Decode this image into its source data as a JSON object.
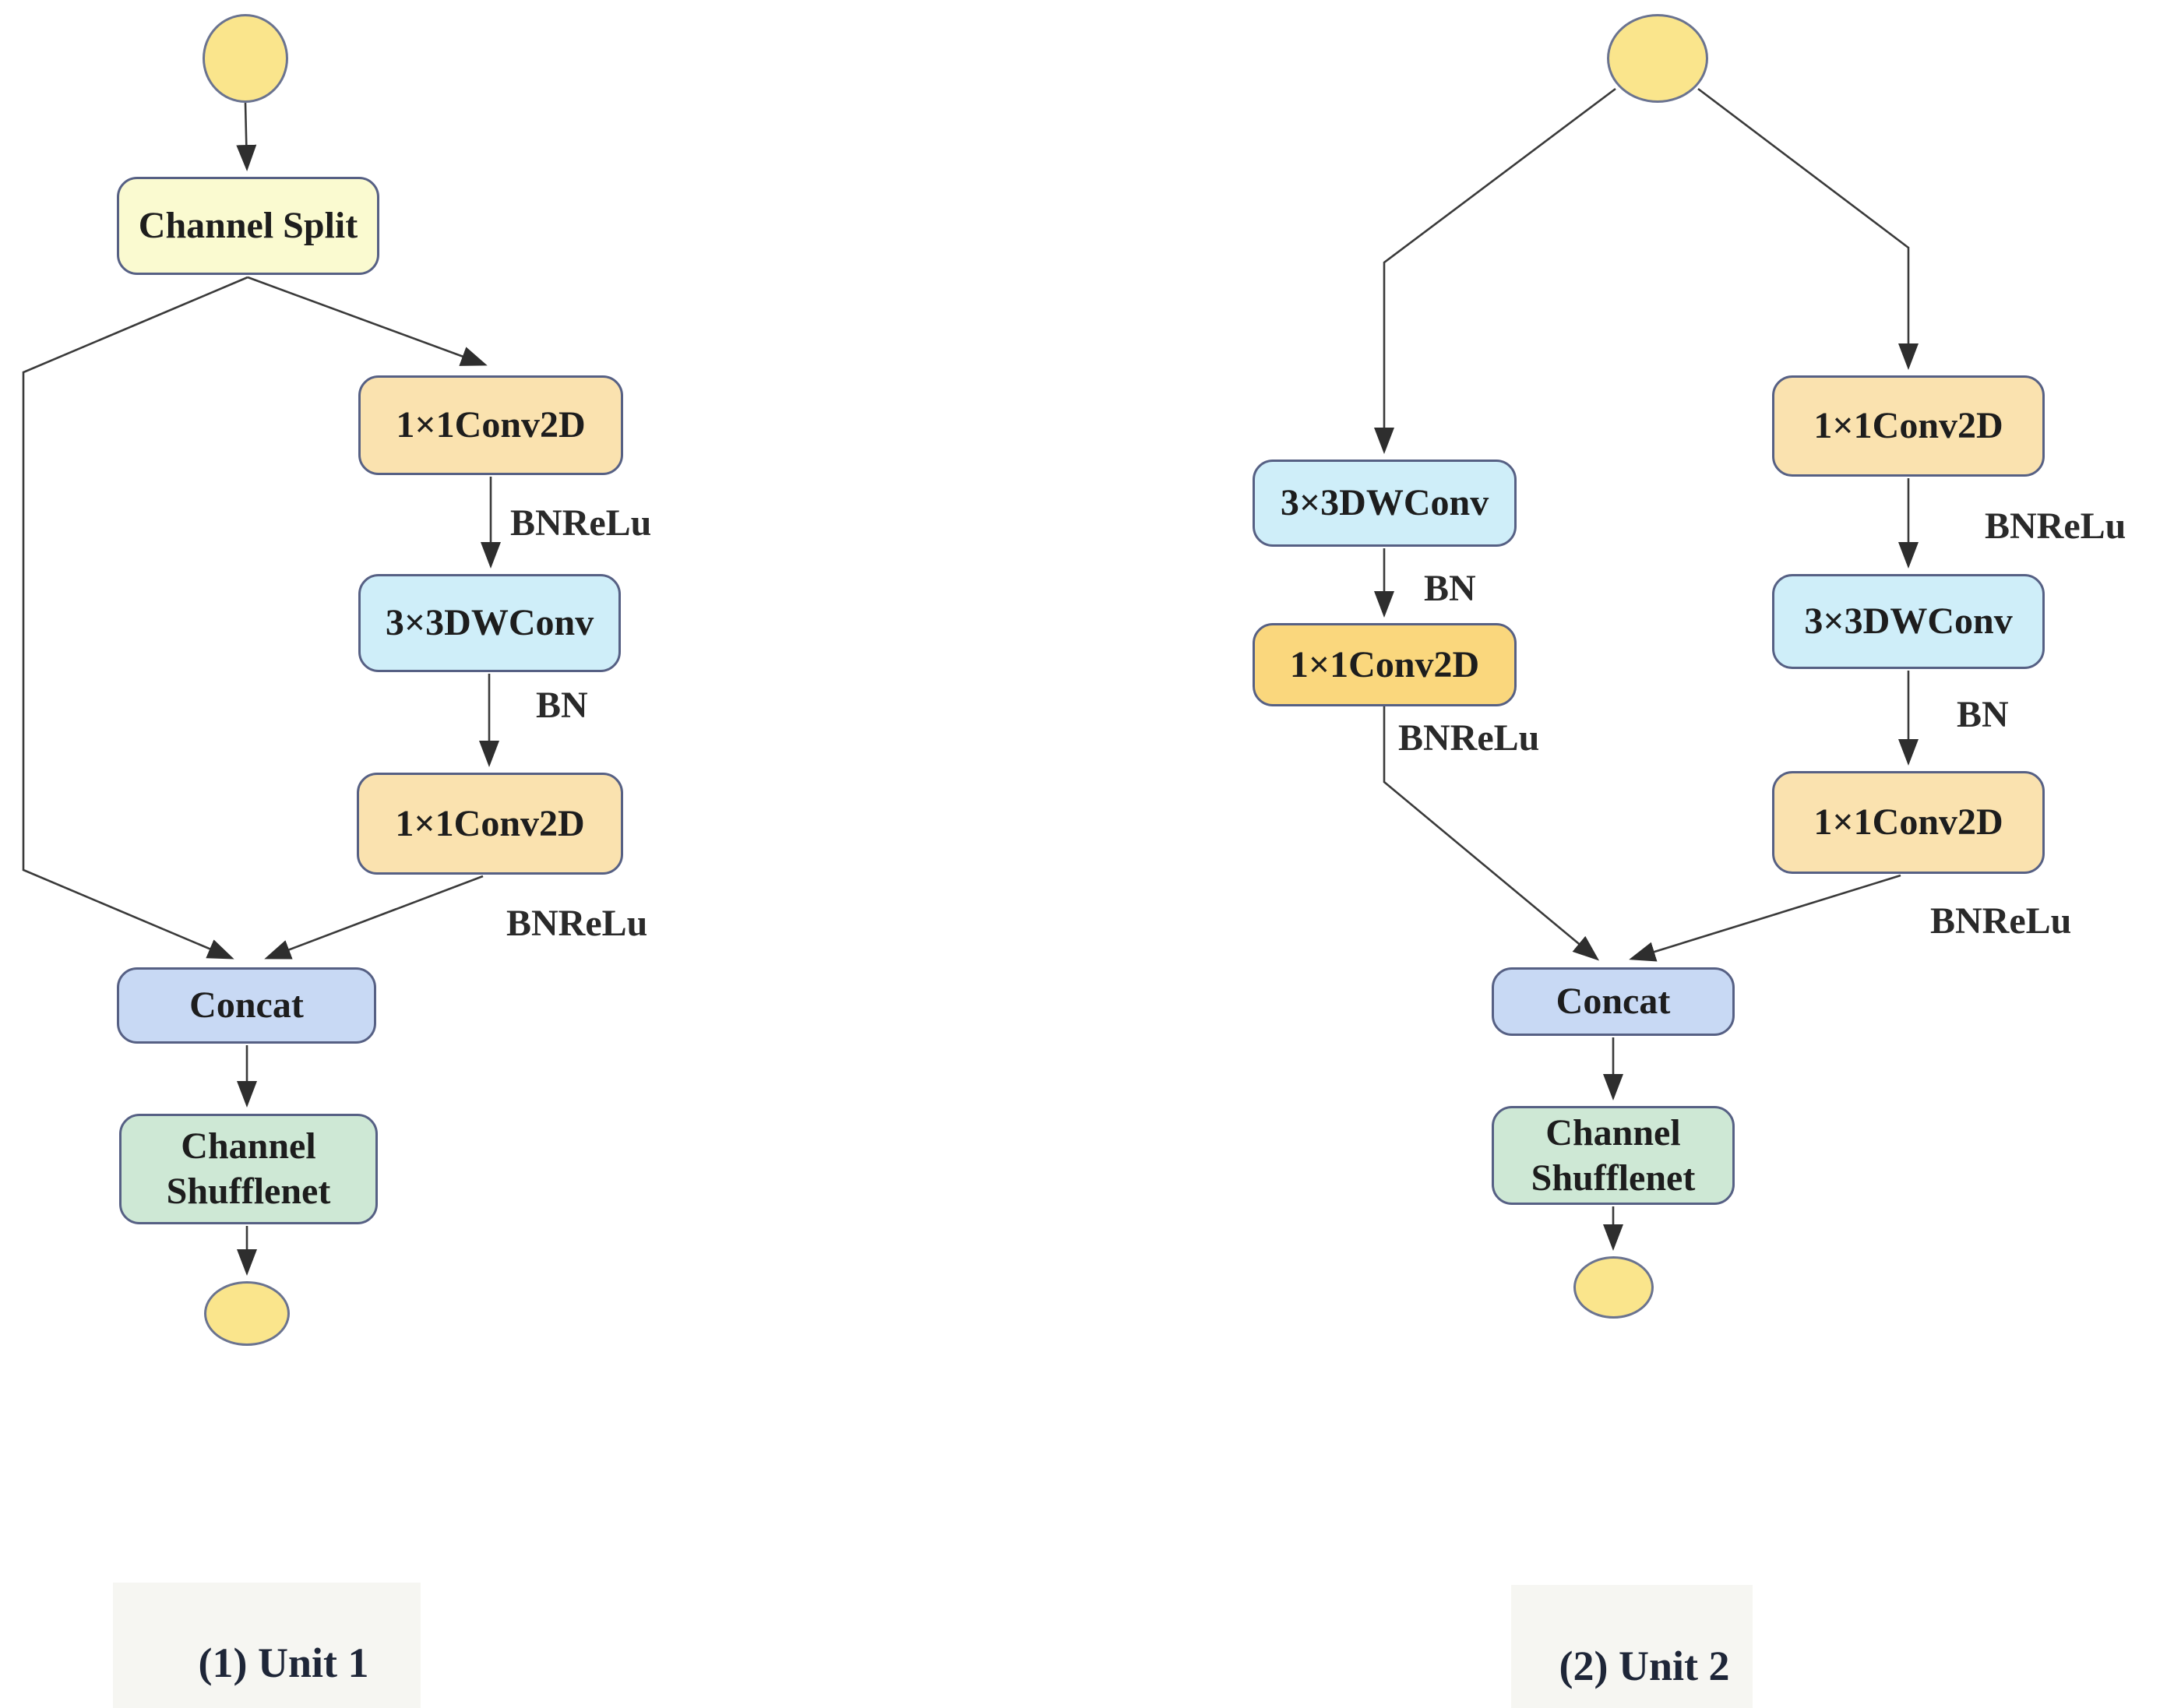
{
  "diagram": {
    "unit1": {
      "caption": "(1) Unit 1",
      "nodes": {
        "channel_split": "Channel Split",
        "conv_a": "1×1Conv2D",
        "dwconv": "3×3DWConv",
        "conv_b": "1×1Conv2D",
        "concat": "Concat",
        "channel_shufflenet": "Channel Shufflenet"
      },
      "edge_labels": {
        "bnrelu_a": "BNReLu",
        "bn": "BN",
        "bnrelu_b": "BNReLu"
      }
    },
    "unit2": {
      "caption": "(2) Unit 2",
      "left_branch": {
        "dwconv": "3×3DWConv",
        "bn": "BN",
        "conv": "1×1Conv2D",
        "bnrelu": "BNReLu"
      },
      "right_branch": {
        "conv_a": "1×1Conv2D",
        "bnrelu_a": "BNReLu",
        "dwconv": "3×3DWConv",
        "bn": "BN",
        "conv_b": "1×1Conv2D",
        "bnrelu_b": "BNReLu"
      },
      "nodes": {
        "concat": "Concat",
        "channel_shufflenet": "Channel Shufflenet"
      }
    },
    "colors": {
      "terminal_fill": "#FAE58C",
      "channel_split_fill": "#FAFAD0",
      "conv_fill": "#FAE2AF",
      "conv_gold_fill": "#FAD77D",
      "dwconv_fill": "#CFEEF9",
      "concat_fill": "#C8D9F4",
      "shufflenet_fill": "#CEE8D5",
      "node_border": "#566084",
      "edge_line": "#3A3A3A"
    }
  }
}
